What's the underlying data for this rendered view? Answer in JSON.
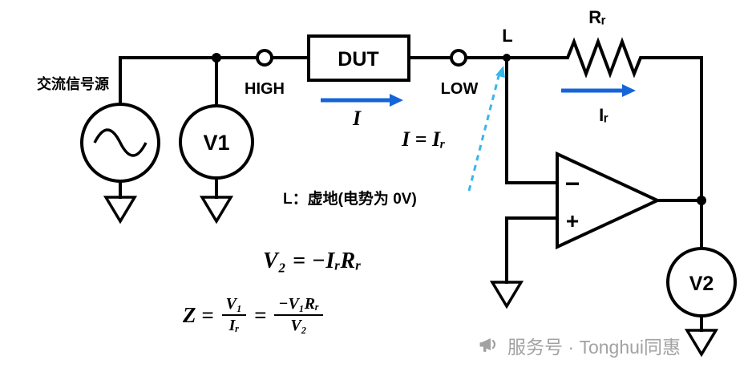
{
  "source": {
    "label": "交流信号源"
  },
  "meters": {
    "v1": "V1",
    "v2": "V2"
  },
  "terminals": {
    "high": "HIGH",
    "low": "LOW"
  },
  "dut": {
    "label": "DUT"
  },
  "node_l": {
    "label": "L",
    "note": "L：虚地(电势为 0V)"
  },
  "resistor": {
    "label": "Rᵣ"
  },
  "currents": {
    "i": "I",
    "ir": "Iᵣ",
    "identity": "I = Iᵣ"
  },
  "opamp": {
    "minus": "−",
    "plus": "+"
  },
  "formulas": {
    "v2": "V₂ = −IᵣRᵣ",
    "z": {
      "lhs": "Z =",
      "frac1_num": "V₁",
      "frac1_den": "Iᵣ",
      "equals": "=",
      "frac2_num": "−V₁Rᵣ",
      "frac2_den": "V₂"
    }
  },
  "watermark": {
    "text": "服务号 · Tonghui同惠"
  },
  "colors": {
    "wire": "#000000",
    "arrow_blue": "#1565d8",
    "dashed_blue": "#38b6ea",
    "watermark_gray": "#a2a2a2"
  }
}
